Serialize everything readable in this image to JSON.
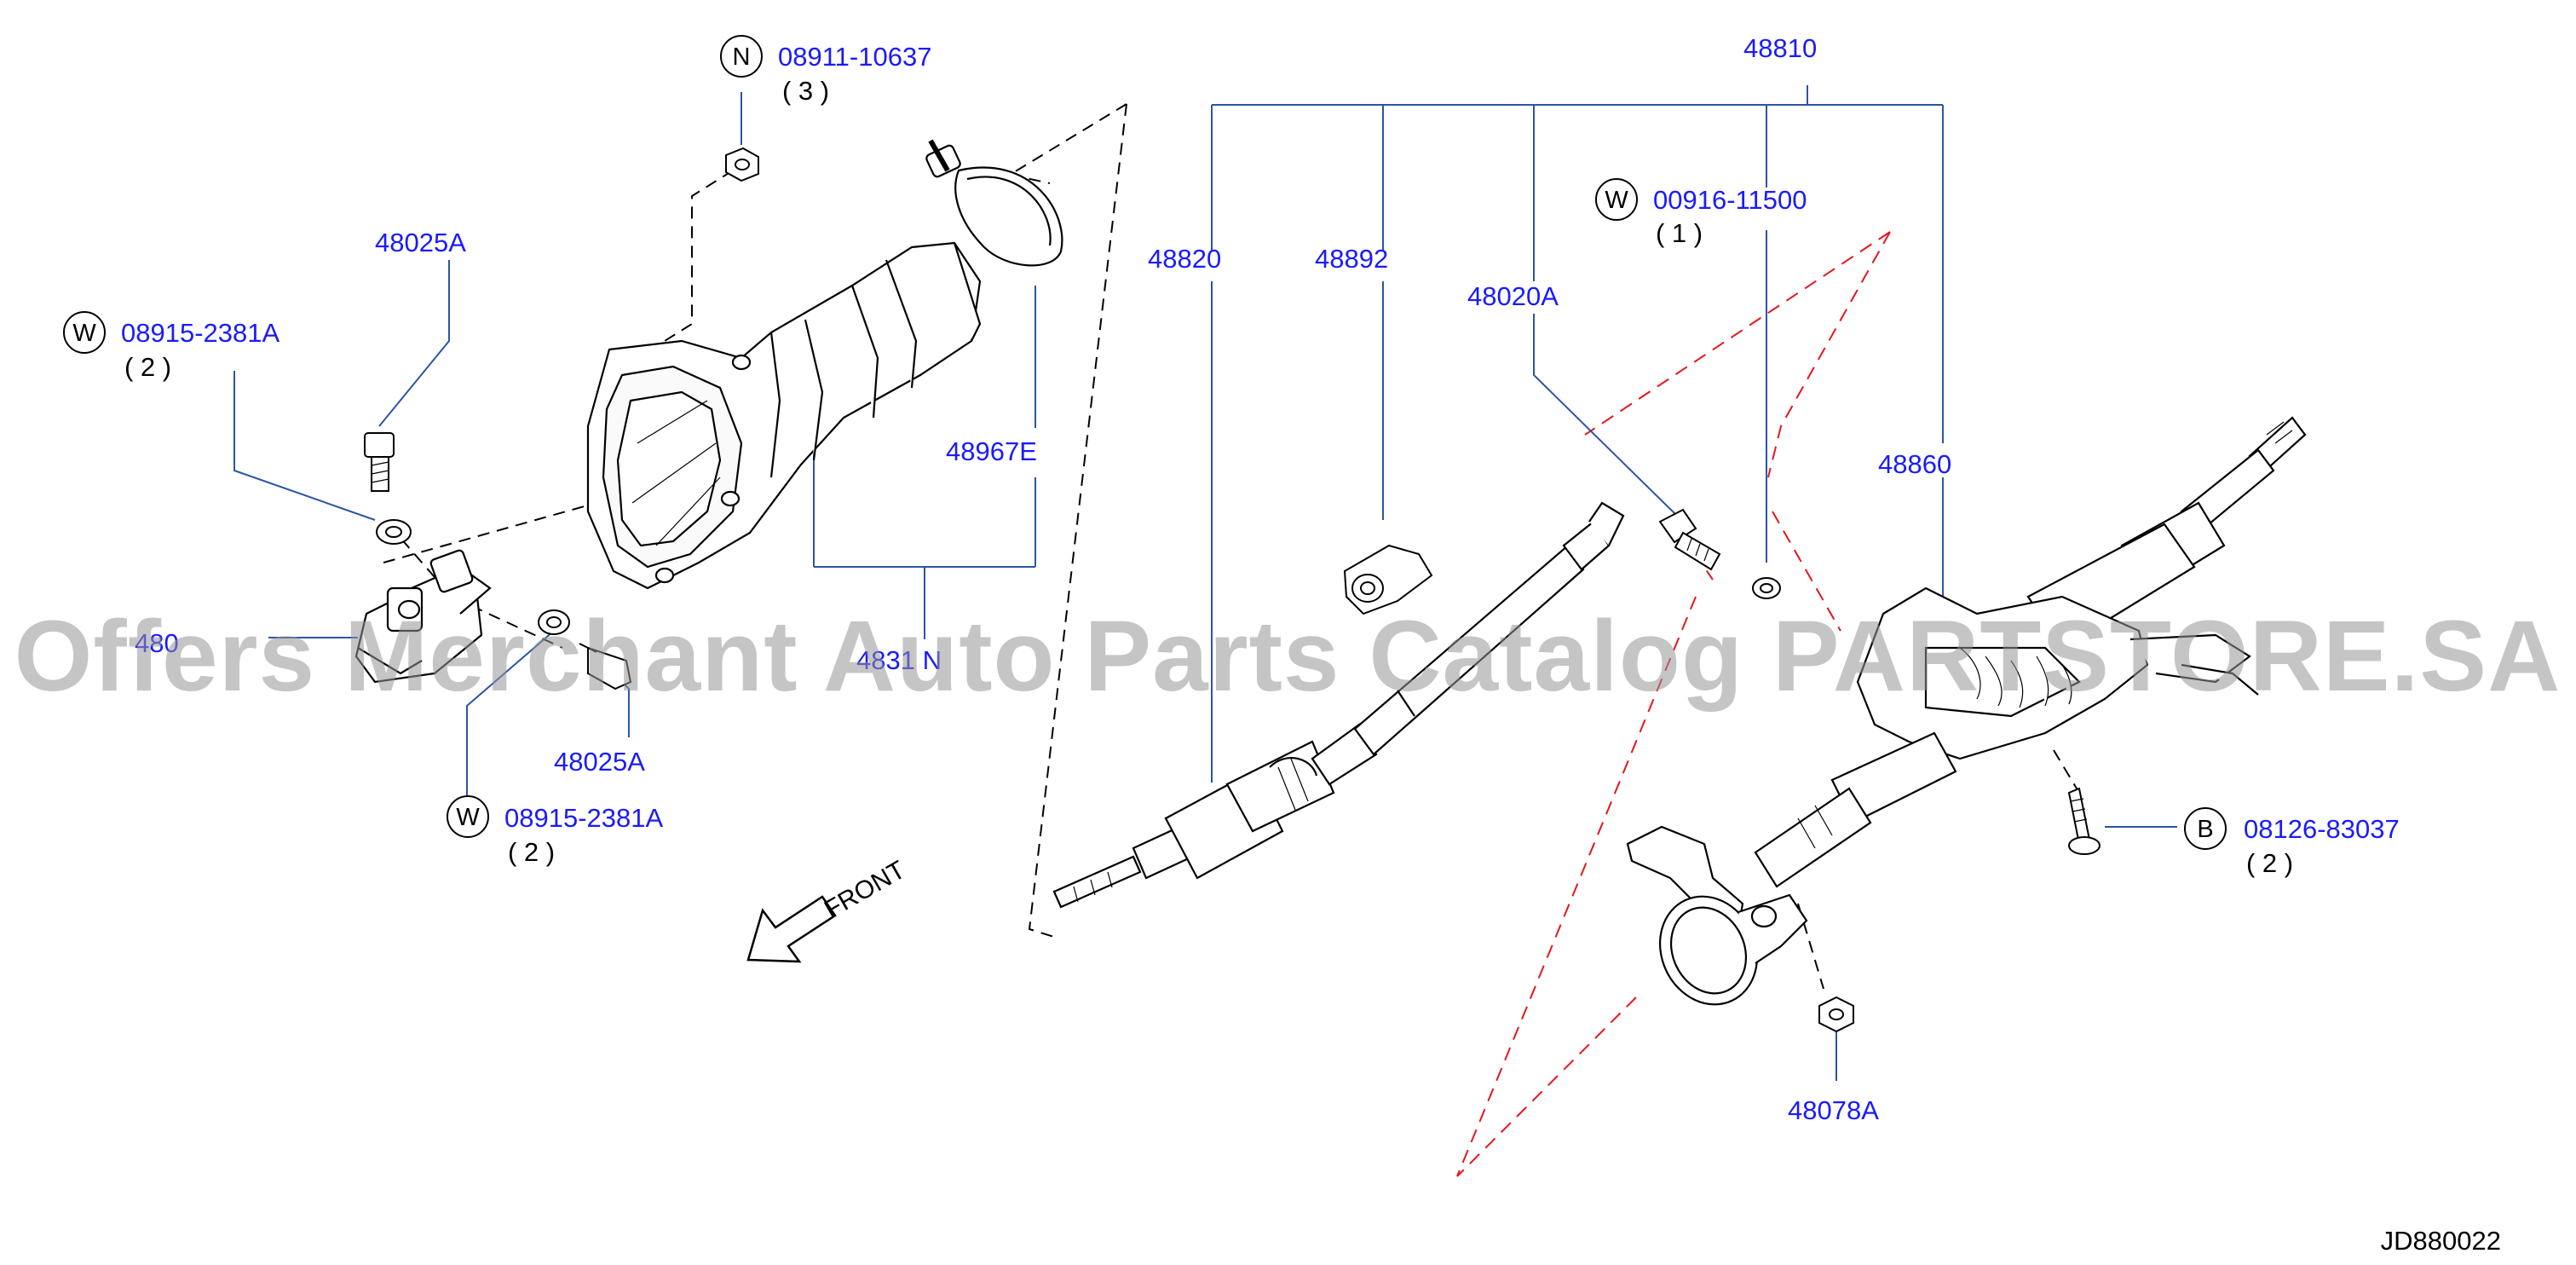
{
  "colors": {
    "label": "#1a1aff",
    "leader": "#2b55a6",
    "line": "#000000",
    "hidden_red": "#e8141c",
    "watermark": "rgba(150,150,150,0.55)"
  },
  "labels": {
    "n_0891110637": "08911-10637",
    "n_0891110637_qty": "( 3 )",
    "w_0891523810_top": "08915-2381A",
    "w_0891523810_top_qty": "( 2 )",
    "p_48025a_top": "48025A",
    "p_48025a_bottom": "48025A",
    "w_0891523810_bottom": "08915-2381A",
    "w_0891523810_bottom_qty": "( 2 )",
    "p_48967e": "48967E",
    "p_4831n": "4831 N",
    "p_4808_partial": "480",
    "p_48810": "48810",
    "p_48820": "48820",
    "p_48892": "48892",
    "p_48020a": "48020A",
    "w_0091611500": "00916-11500",
    "w_0091611500_qty": "( 1 )",
    "p_48860": "48860",
    "b_0812683037": "08126-83037",
    "b_0812683037_qty": "( 2 )",
    "p_48078a": "48078A",
    "front": "FRONT",
    "diagram_ref": "JD880022"
  },
  "badges": {
    "n": "N",
    "w": "W",
    "b": "B"
  },
  "watermark": "Offers Merchant Auto Parts Catalog PARTSTORE.SA"
}
